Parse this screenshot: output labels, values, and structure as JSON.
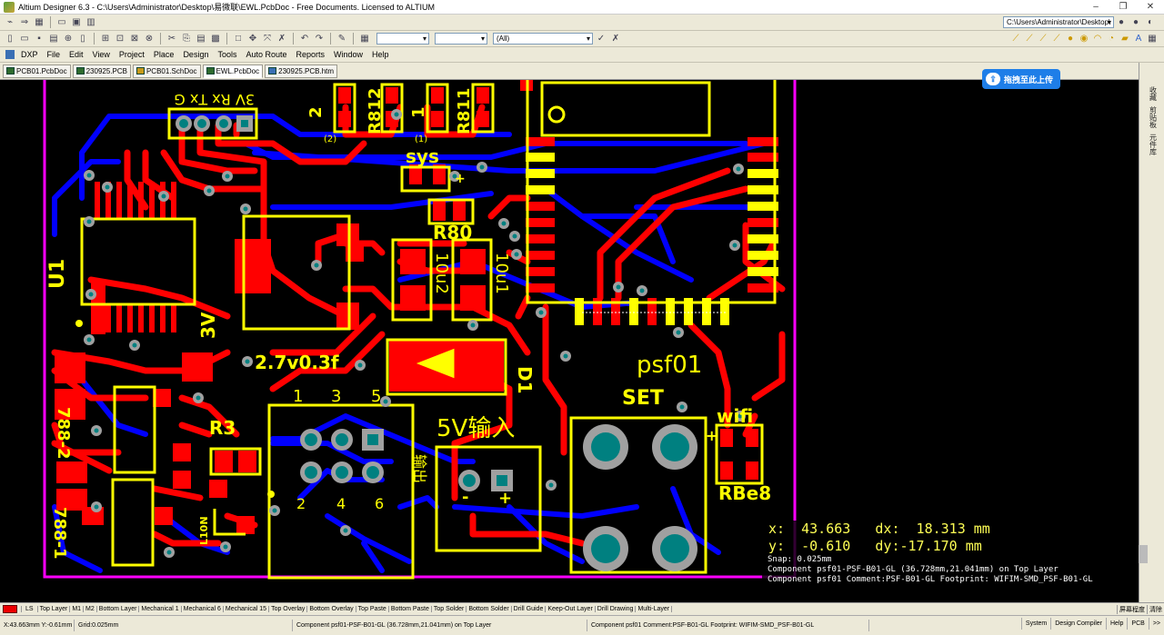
{
  "window": {
    "title": "Altium Designer 6.3 - C:\\Users\\Administrator\\Desktop\\易微联\\EWL.PcbDoc - Free Documents. Licensed to ALTIUM",
    "path_combo": "C:\\Users\\Administrator\\Desktop\\"
  },
  "toolbar": {
    "filter_combo_1": "",
    "filter_combo_2": "",
    "filter_combo_3": "(All)"
  },
  "menu": [
    "DXP",
    "File",
    "Edit",
    "View",
    "Project",
    "Place",
    "Design",
    "Tools",
    "Auto Route",
    "Reports",
    "Window",
    "Help"
  ],
  "doc_tabs": [
    {
      "label": "PCB01.PcbDoc",
      "kind": "pcb"
    },
    {
      "label": "230925.PCB",
      "kind": "pcb"
    },
    {
      "label": "PCB01.SchDoc",
      "kind": "sch"
    },
    {
      "label": "EWL.PcbDoc",
      "kind": "pcb"
    },
    {
      "label": "230925.PCB.htm",
      "kind": "htm"
    }
  ],
  "side_panels": [
    "收藏",
    "剪贴板",
    "元件库"
  ],
  "upload_button": "拖拽至此上传",
  "pcb_labels": {
    "u1": "U1",
    "v3_u1": "3V",
    "cap": "2.7v0.3f",
    "d1": "D1",
    "psf": "psf01",
    "set": "SET",
    "in5v": "5V输入",
    "outlabel": "输出",
    "wifi": "wifi",
    "rbe8": "RBe8",
    "r3": "R3",
    "l10n": "L10N",
    "c788_2": "788-2",
    "c788_1": "788-1",
    "sys": "sys",
    "r80": "R80",
    "c10u2": "10u2",
    "c10u1": "10u1",
    "r812": "R812",
    "r811": "R811",
    "hdr": "3V Rx Tx G",
    "n2": "2",
    "n1": "1",
    "p2": "(2)",
    "p1": "(1)",
    "plus": "+",
    "minus": "-",
    "pin1": "1",
    "pin3": "3",
    "pin5": "5",
    "pin2": "2",
    "pin4": "4",
    "pin6": "6"
  },
  "coords": {
    "line1": "x:  43.663   dx:  18.313 mm",
    "line2": "y:  -0.610   dy:-17.170 mm",
    "snap": "Snap: 0.025mm",
    "comp1": "Component psf01-PSF-B01-GL (36.728mm,21.041mm) on Top Layer",
    "comp2": "Component psf01 Comment:PSF-B01-GL Footprint: WIFIM-SMD_PSF-B01-GL"
  },
  "layers": [
    "Top Layer",
    "M1",
    "M2",
    "Bottom Layer",
    "Mechanical 1",
    "Mechanical 6",
    "Mechanical 15",
    "Top Overlay",
    "Bottom Overlay",
    "Top Paste",
    "Bottom Paste",
    "Top Solder",
    "Bottom Solder",
    "Drill Guide",
    "Keep-Out Layer",
    "Drill Drawing",
    "Multi-Layer"
  ],
  "layer_right": [
    "屏幕程度",
    "清除"
  ],
  "status": {
    "pos": "X:43.663mm Y:-0.61mm",
    "grid": "Grid:0.025mm",
    "comp": "Component psf01-PSF-B01-GL (36.728mm,21.041mm) on Top Layer",
    "comment": "Component psf01 Comment:PSF-B01-GL Footprint: WIFIM-SMD_PSF-B01-GL",
    "right": [
      "System",
      "Design Compiler",
      "Help",
      "PCB",
      ">>"
    ]
  },
  "colors": {
    "top_layer": "#ff0000",
    "bottom_layer": "#0000ff",
    "overlay": "#ffff00",
    "outline": "#ff00ff",
    "pad": "#008080"
  }
}
